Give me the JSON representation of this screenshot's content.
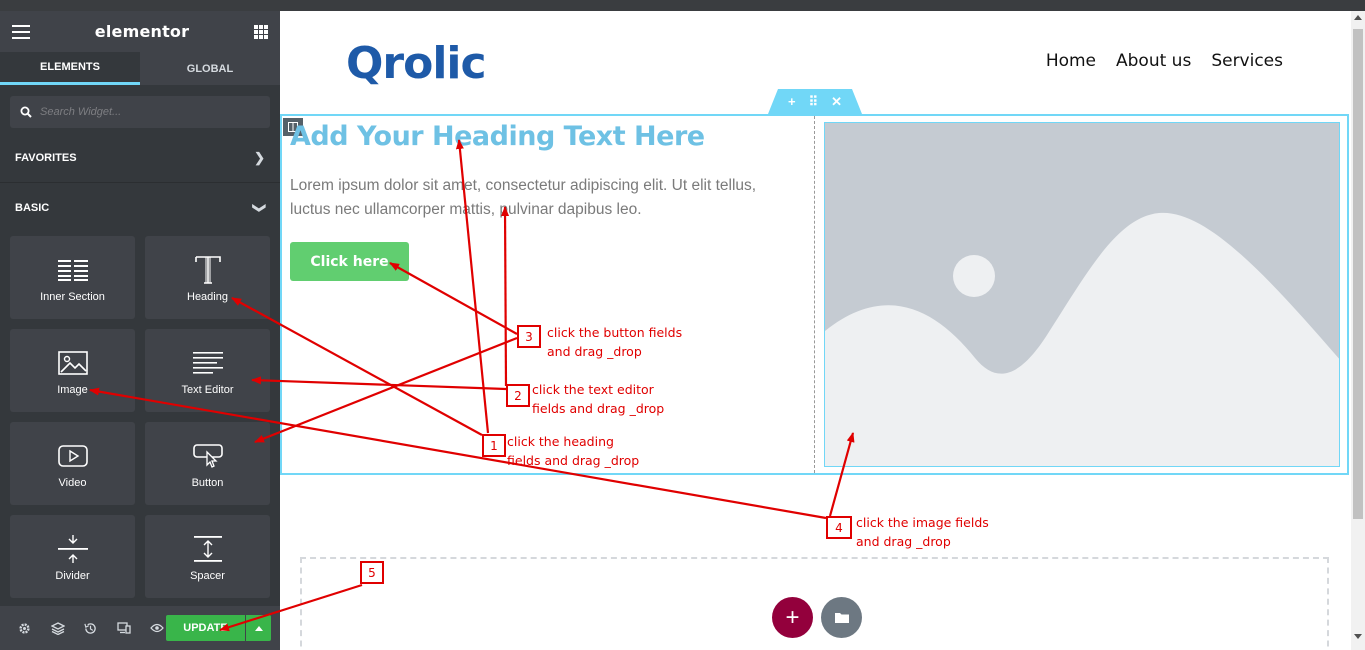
{
  "colors": {
    "sidebar_bg": "#34383c",
    "panel_bg": "#404349",
    "accent_blue": "#71d7f7",
    "heading_blue": "#6ec1e4",
    "button_green": "#61ce70",
    "update_green": "#39b54a",
    "add_maroon": "#93003c",
    "annotation_red": "#e00000",
    "logo_blue": "#1e5aa8"
  },
  "editor": {
    "logo": "elementor",
    "tabs": [
      {
        "label": "ELEMENTS",
        "active": true
      },
      {
        "label": "GLOBAL",
        "active": false
      }
    ],
    "search": {
      "placeholder": "Search Widget...",
      "value": ""
    },
    "categories": {
      "favorites": {
        "label": "FAVORITES",
        "icon": "chevron-right-icon"
      },
      "basic": {
        "label": "BASIC",
        "icon": "chevron-down-icon"
      }
    },
    "widgets": [
      {
        "label": "Inner Section",
        "icon": "inner-section-icon"
      },
      {
        "label": "Heading",
        "icon": "heading-icon"
      },
      {
        "label": "Image",
        "icon": "image-icon"
      },
      {
        "label": "Text Editor",
        "icon": "text-editor-icon"
      },
      {
        "label": "Video",
        "icon": "video-icon"
      },
      {
        "label": "Button",
        "icon": "button-icon"
      },
      {
        "label": "Divider",
        "icon": "divider-icon"
      },
      {
        "label": "Spacer",
        "icon": "spacer-icon"
      }
    ],
    "footer": {
      "icons": [
        "settings-icon",
        "navigator-icon",
        "history-icon",
        "responsive-icon",
        "preview-icon"
      ],
      "update_label": "UPDATE"
    }
  },
  "site": {
    "logo_text": "Qrolic",
    "nav": [
      "Home",
      "About us",
      "Services"
    ]
  },
  "content": {
    "heading": "Add Your Heading Text Here",
    "paragraph": "Lorem ipsum dolor sit amet, consectetur adipiscing elit. Ut elit tellus, luctus nec ullamcorper mattis, pulvinar dapibus leo.",
    "button_label": "Click here",
    "section_handle": {
      "add": "+",
      "move": "⠿",
      "close": "✕"
    },
    "add_section": "+"
  },
  "annotations": [
    {
      "number": "1",
      "line1": "click the heading",
      "line2": "fields and drag _drop"
    },
    {
      "number": "2",
      "line1": "click the text editor",
      "line2": "fields and drag _drop"
    },
    {
      "number": "3",
      "line1": "click the button fields",
      "line2": "and drag _drop"
    },
    {
      "number": "4",
      "line1": "click the image fields",
      "line2": "and drag _drop"
    },
    {
      "number": "5"
    }
  ]
}
